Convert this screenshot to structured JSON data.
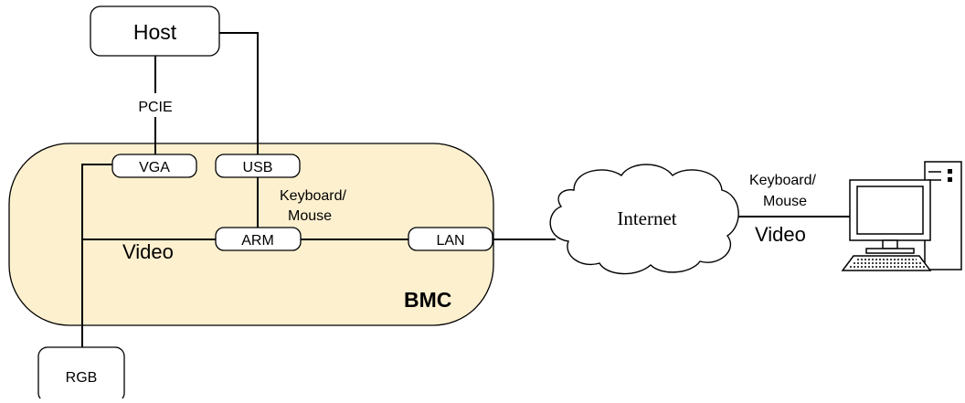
{
  "diagram": {
    "host": {
      "label": "Host"
    },
    "pcie": {
      "label": "PCIE"
    },
    "bmc": {
      "label": "BMC",
      "fill": "#FDF0CF",
      "ports": {
        "vga": "VGA",
        "usb": "USB",
        "arm": "ARM",
        "lan": "LAN"
      },
      "keyboard_mouse": [
        "Keyboard/",
        "Mouse"
      ],
      "video": "Video"
    },
    "rgb": {
      "label": "RGB"
    },
    "internet": {
      "label": "Internet"
    },
    "remote": {
      "keyboard_mouse": [
        "Keyboard/",
        "Mouse"
      ],
      "video": "Video",
      "icon": "desktop-computer-icon"
    }
  }
}
